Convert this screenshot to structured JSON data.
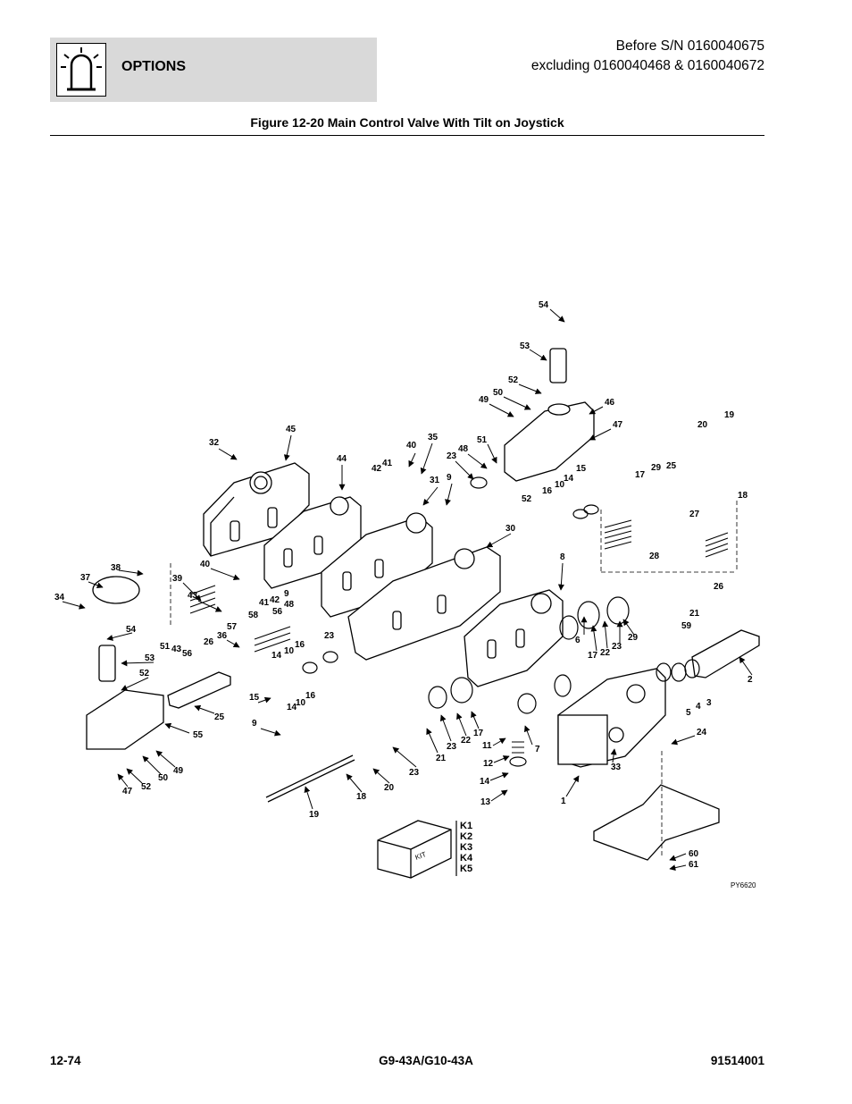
{
  "header": {
    "section": "OPTIONS",
    "serial_line1": "Before S/N 0160040675",
    "serial_line2": "excluding 0160040468 & 0160040672"
  },
  "figure": {
    "title": "Figure 12-20 Main Control Valve With Tilt on Joystick",
    "ref_code": "PY6620",
    "kit_label": "KIT",
    "kit_items": [
      "K1",
      "K2",
      "K3",
      "K4",
      "K5"
    ]
  },
  "callouts": [
    {
      "id": "c54a",
      "label": "54"
    },
    {
      "id": "c53a",
      "label": "53"
    },
    {
      "id": "c52a",
      "label": "52"
    },
    {
      "id": "c50a",
      "label": "50"
    },
    {
      "id": "c49a",
      "label": "49"
    },
    {
      "id": "c46",
      "label": "46"
    },
    {
      "id": "c47a",
      "label": "47"
    },
    {
      "id": "c51a",
      "label": "51"
    },
    {
      "id": "c48a",
      "label": "48"
    },
    {
      "id": "c23a",
      "label": "23"
    },
    {
      "id": "c52b",
      "label": "52"
    },
    {
      "id": "c20a",
      "label": "20"
    },
    {
      "id": "c19a",
      "label": "19"
    },
    {
      "id": "c18a",
      "label": "18"
    },
    {
      "id": "c32",
      "label": "32"
    },
    {
      "id": "c45",
      "label": "45"
    },
    {
      "id": "c44",
      "label": "44"
    },
    {
      "id": "c40a",
      "label": "40"
    },
    {
      "id": "c35",
      "label": "35"
    },
    {
      "id": "c42a",
      "label": "42"
    },
    {
      "id": "c41a",
      "label": "41"
    },
    {
      "id": "c31",
      "label": "31"
    },
    {
      "id": "c9a",
      "label": "9"
    },
    {
      "id": "c15a",
      "label": "15"
    },
    {
      "id": "c14a",
      "label": "14"
    },
    {
      "id": "c10a",
      "label": "10"
    },
    {
      "id": "c16a",
      "label": "16"
    },
    {
      "id": "c17a",
      "label": "17"
    },
    {
      "id": "c29a",
      "label": "29"
    },
    {
      "id": "c25a",
      "label": "25"
    },
    {
      "id": "c27",
      "label": "27"
    },
    {
      "id": "c28",
      "label": "28"
    },
    {
      "id": "c26a",
      "label": "26"
    },
    {
      "id": "c21a",
      "label": "21"
    },
    {
      "id": "c30",
      "label": "30"
    },
    {
      "id": "c8",
      "label": "8"
    },
    {
      "id": "c38",
      "label": "38"
    },
    {
      "id": "c37",
      "label": "37"
    },
    {
      "id": "c34",
      "label": "34"
    },
    {
      "id": "c40b",
      "label": "40"
    },
    {
      "id": "c39",
      "label": "39"
    },
    {
      "id": "c43a",
      "label": "43"
    },
    {
      "id": "c36",
      "label": "36"
    },
    {
      "id": "c41b",
      "label": "41"
    },
    {
      "id": "c42b",
      "label": "42"
    },
    {
      "id": "c9b",
      "label": "9"
    },
    {
      "id": "c56a",
      "label": "56"
    },
    {
      "id": "c48b",
      "label": "48"
    },
    {
      "id": "c23b",
      "label": "23"
    },
    {
      "id": "c58",
      "label": "58"
    },
    {
      "id": "c57",
      "label": "57"
    },
    {
      "id": "c26b",
      "label": "26"
    },
    {
      "id": "c56b",
      "label": "56"
    },
    {
      "id": "c43b",
      "label": "43"
    },
    {
      "id": "c51b",
      "label": "51"
    },
    {
      "id": "c54b",
      "label": "54"
    },
    {
      "id": "c53b",
      "label": "53"
    },
    {
      "id": "c52c",
      "label": "52"
    },
    {
      "id": "c25b",
      "label": "25"
    },
    {
      "id": "c55",
      "label": "55"
    },
    {
      "id": "c49b",
      "label": "49"
    },
    {
      "id": "c50b",
      "label": "50"
    },
    {
      "id": "c52d",
      "label": "52"
    },
    {
      "id": "c47b",
      "label": "47"
    },
    {
      "id": "c16b",
      "label": "16"
    },
    {
      "id": "c10b",
      "label": "10"
    },
    {
      "id": "c14b",
      "label": "14"
    },
    {
      "id": "c15b",
      "label": "15"
    },
    {
      "id": "c16c",
      "label": "16"
    },
    {
      "id": "c10c",
      "label": "10"
    },
    {
      "id": "c14c",
      "label": "14"
    },
    {
      "id": "c9c",
      "label": "9"
    },
    {
      "id": "c6",
      "label": "6"
    },
    {
      "id": "c17b",
      "label": "17"
    },
    {
      "id": "c22a",
      "label": "22"
    },
    {
      "id": "c23c",
      "label": "23"
    },
    {
      "id": "c29b",
      "label": "29"
    },
    {
      "id": "c59",
      "label": "59"
    },
    {
      "id": "c2",
      "label": "2"
    },
    {
      "id": "c5",
      "label": "5"
    },
    {
      "id": "c4",
      "label": "4"
    },
    {
      "id": "c3",
      "label": "3"
    },
    {
      "id": "c24",
      "label": "24"
    },
    {
      "id": "c33",
      "label": "33"
    },
    {
      "id": "c1",
      "label": "1"
    },
    {
      "id": "c7",
      "label": "7"
    },
    {
      "id": "c11",
      "label": "11"
    },
    {
      "id": "c12",
      "label": "12"
    },
    {
      "id": "c14d",
      "label": "14"
    },
    {
      "id": "c13",
      "label": "13"
    },
    {
      "id": "c17c",
      "label": "17"
    },
    {
      "id": "c22b",
      "label": "22"
    },
    {
      "id": "c23d",
      "label": "23"
    },
    {
      "id": "c21b",
      "label": "21"
    },
    {
      "id": "c23e",
      "label": "23"
    },
    {
      "id": "c20b",
      "label": "20"
    },
    {
      "id": "c18b",
      "label": "18"
    },
    {
      "id": "c19b",
      "label": "19"
    },
    {
      "id": "c60",
      "label": "60"
    },
    {
      "id": "c61",
      "label": "61"
    }
  ],
  "footer": {
    "page": "12-74",
    "model": "G9-43A/G10-43A",
    "doc_number": "91514001"
  }
}
